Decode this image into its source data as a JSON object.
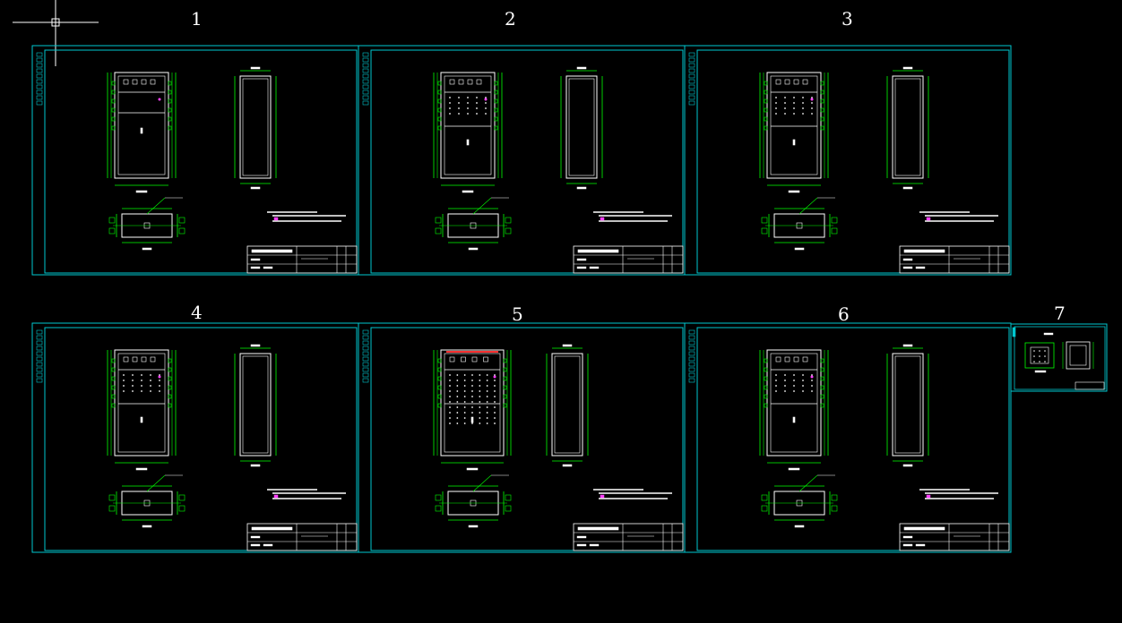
{
  "colors": {
    "background": "#000000",
    "frame": "#00c8d0",
    "geometry": "#00ff00",
    "lines": "#ffffff",
    "highlight": "#ff40ff",
    "markers": "#ff3030"
  },
  "sheets": [
    {
      "number": "1"
    },
    {
      "number": "2"
    },
    {
      "number": "3"
    },
    {
      "number": "4"
    },
    {
      "number": "5"
    },
    {
      "number": "6"
    },
    {
      "number": "7"
    }
  ]
}
